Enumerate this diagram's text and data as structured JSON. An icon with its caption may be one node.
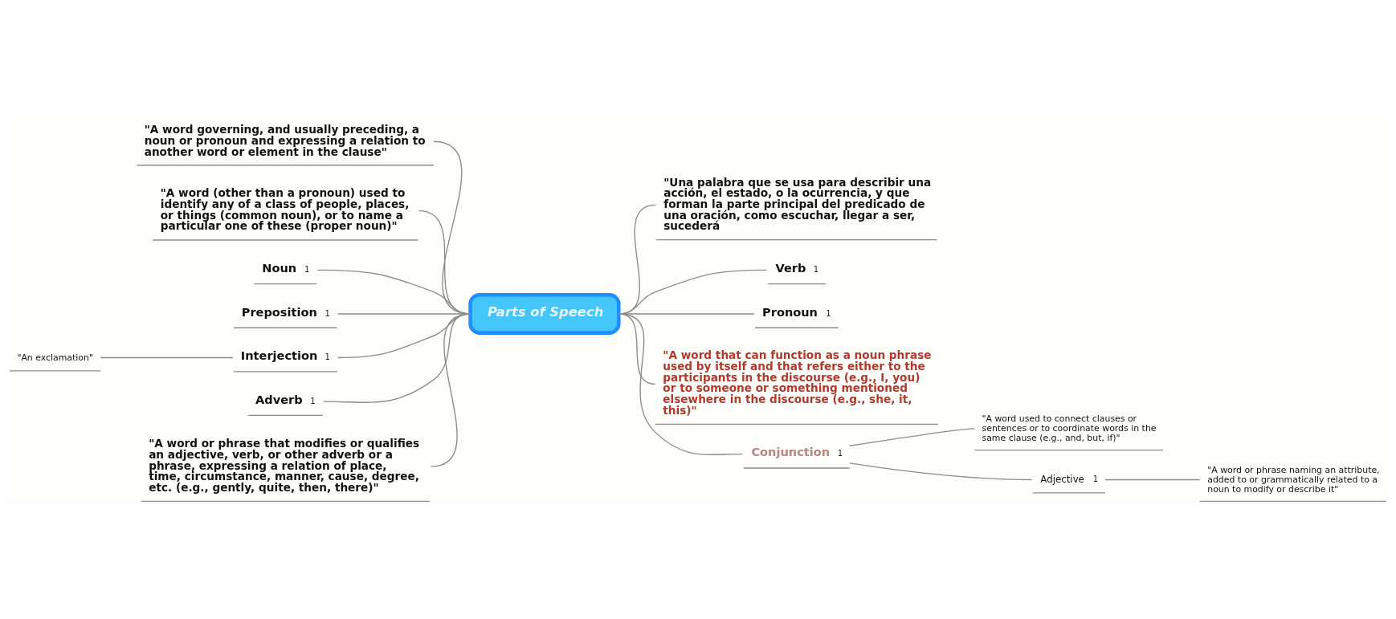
{
  "diagram": {
    "nodes": [
      {
        "text": [
          "Parts of Speech"
        ]
      },
      {
        "text": [
          "\"A word governing, and usually preceding, a noun or pronoun and expressing a relation to another word or element in the clause\""
        ]
      },
      {
        "text": [
          "\"A word (other than a pronoun) used to identify any of a class of people, places, or things (common noun), or to name a particular one of these (proper noun)\""
        ]
      },
      {
        "text": [
          "Noun",
          "1"
        ]
      },
      {
        "text": [
          "Preposition",
          "1"
        ]
      },
      {
        "text": [
          "Interjection",
          "1"
        ]
      },
      {
        "text": [
          "\"An exclamation\""
        ]
      },
      {
        "text": [
          "Adverb",
          "1"
        ]
      },
      {
        "text": [
          "\"A word or phrase that modifies or qualifies an adjective, verb, or other adverb or a phrase, expressing a relation of place, time, circumstance, manner, cause, degree, etc. (e.g., gently, quite, then, there)\""
        ]
      },
      {
        "text": [
          "\"Una palabra que se usa para describir una acción, el estado, o la ocurrencia, y que forman la parte principal del predicado de una oración, como escuchar, llegar a ser, sucederá"
        ]
      },
      {
        "text": [
          "Verb",
          "1"
        ]
      },
      {
        "text": [
          "Pronoun",
          "1"
        ]
      },
      {
        "text": [
          "\"A word that can function as a noun phrase used by itself and that refers either to the participants in the discourse (e.g., I, you) or to someone or something mentioned elsewhere in the discourse (e.g., she, it, this)\""
        ]
      },
      {
        "text": [
          "Conjunction",
          "1"
        ]
      },
      {
        "text": [
          "\"A word used to connect clauses or sentences or to coordinate words in the same clause (e.g., and, but, if)\""
        ]
      },
      {
        "text": [
          "Adjective",
          "1"
        ]
      },
      {
        "text": [
          "\"A word or phrase naming an attribute, added to or grammatically related to a noun to modify or describe it\""
        ]
      }
    ],
    "edges": [
      {
        "from": 0,
        "to": 1,
        "arrow": "none"
      },
      {
        "from": 0,
        "to": 2,
        "arrow": "none"
      },
      {
        "from": 0,
        "to": 3,
        "arrow": "none"
      },
      {
        "from": 0,
        "to": 4,
        "arrow": "none"
      },
      {
        "from": 0,
        "to": 5,
        "arrow": "none"
      },
      {
        "from": 5,
        "to": 6,
        "arrow": "none"
      },
      {
        "from": 0,
        "to": 7,
        "arrow": "none"
      },
      {
        "from": 0,
        "to": 8,
        "arrow": "none"
      },
      {
        "from": 0,
        "to": 9,
        "arrow": "none"
      },
      {
        "from": 0,
        "to": 10,
        "arrow": "none"
      },
      {
        "from": 0,
        "to": 11,
        "arrow": "none"
      },
      {
        "from": 0,
        "to": 12,
        "arrow": "none"
      },
      {
        "from": 0,
        "to": 13,
        "arrow": "none"
      },
      {
        "from": 13,
        "to": 14,
        "arrow": "none"
      },
      {
        "from": 13,
        "to": 15,
        "arrow": "none"
      },
      {
        "from": 15,
        "to": 16,
        "arrow": "none"
      }
    ]
  }
}
